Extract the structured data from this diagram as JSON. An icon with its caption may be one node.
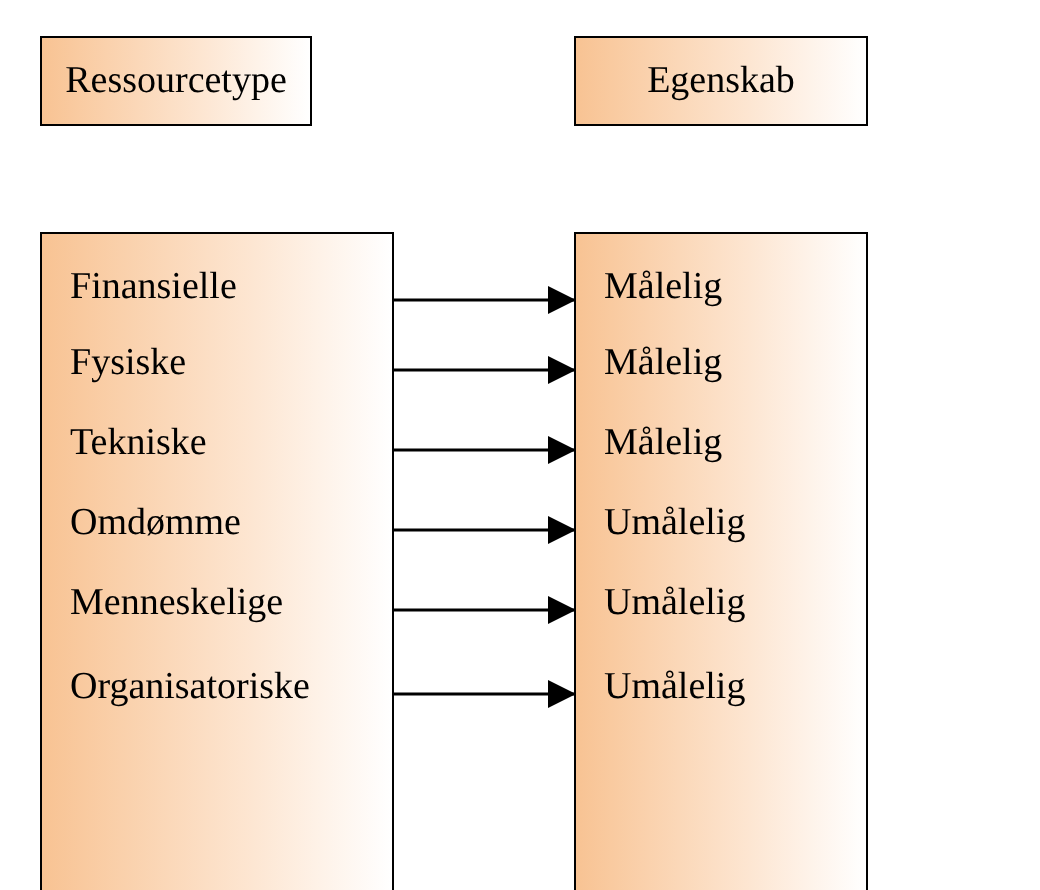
{
  "diagram": {
    "nodes": [
      {
        "text": [
          "Ressourcetype"
        ]
      },
      {
        "text": [
          "Egenskab"
        ]
      },
      {
        "text": [],
        "shape": "box"
      },
      {
        "text": [
          "Finansielle"
        ],
        "in": 2
      },
      {
        "text": [
          "Fysiske"
        ],
        "in": 2
      },
      {
        "text": [
          "Tekniske"
        ],
        "in": 2
      },
      {
        "text": [
          "Omdømme"
        ],
        "in": 2
      },
      {
        "text": [
          "Menneskelige"
        ],
        "in": 2
      },
      {
        "text": [
          "Organisatoriske"
        ],
        "in": 2
      },
      {
        "text": [],
        "shape": "box"
      },
      {
        "text": [
          "Målelig"
        ],
        "in": 9
      },
      {
        "text": [
          "Målelig"
        ],
        "in": 9
      },
      {
        "text": [
          "Målelig"
        ],
        "in": 9
      },
      {
        "text": [
          "Umålelig"
        ],
        "in": 9
      },
      {
        "text": [
          "Umålelig"
        ],
        "in": 9
      },
      {
        "text": [
          "Umålelig"
        ],
        "in": 9
      }
    ],
    "edges": [
      {
        "from": 3,
        "to": 10,
        "arrow": "to"
      },
      {
        "from": 4,
        "to": 11,
        "arrow": "to"
      },
      {
        "from": 5,
        "to": 12,
        "arrow": "to"
      },
      {
        "from": 6,
        "to": 13,
        "arrow": "to"
      },
      {
        "from": 7,
        "to": 14,
        "arrow": "to"
      },
      {
        "from": 8,
        "to": 15,
        "arrow": "to"
      }
    ]
  }
}
